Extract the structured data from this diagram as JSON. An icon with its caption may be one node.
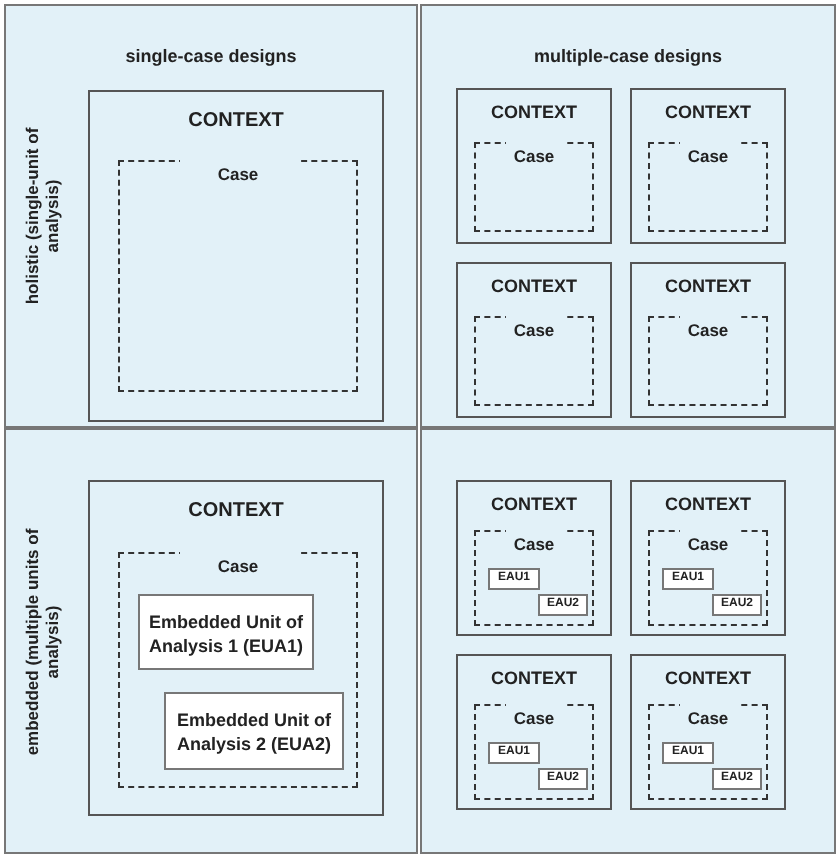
{
  "diagram": {
    "nodes": [
      {
        "text": [
          "single-case designs",
          "holistic (single-unit of analysis)"
        ]
      },
      {
        "text": [
          "CONTEXT"
        ],
        "in": 0
      },
      {
        "text": [
          "Case"
        ],
        "in": 1
      },
      {
        "text": [
          "multiple-case designs"
        ]
      },
      {
        "text": [
          "CONTEXT"
        ],
        "in": 3
      },
      {
        "text": [
          "Case"
        ],
        "in": 4
      },
      {
        "text": [
          "CONTEXT"
        ],
        "in": 3
      },
      {
        "text": [
          "Case"
        ],
        "in": 6
      },
      {
        "text": [
          "CONTEXT"
        ],
        "in": 3
      },
      {
        "text": [
          "Case"
        ],
        "in": 8
      },
      {
        "text": [
          "CONTEXT"
        ],
        "in": 3
      },
      {
        "text": [
          "Case"
        ],
        "in": 10
      },
      {
        "text": [
          "embedded (multiple units of analysis)"
        ]
      },
      {
        "text": [
          "CONTEXT"
        ],
        "in": 12
      },
      {
        "text": [
          "Case"
        ],
        "in": 13
      },
      {
        "text": [
          "Embedded Unit of Analysis 1 (EUA1)"
        ],
        "in": 14
      },
      {
        "text": [
          "Embedded Unit of Analysis 2 (EUA2)"
        ],
        "in": 14
      },
      {
        "text": [],
        "shape": "box"
      },
      {
        "text": [
          "CONTEXT"
        ],
        "in": 17
      },
      {
        "text": [
          "Case"
        ],
        "in": 18
      },
      {
        "text": [
          "EAU1"
        ],
        "in": 19
      },
      {
        "text": [
          "EAU2"
        ],
        "in": 19
      },
      {
        "text": [
          "CONTEXT"
        ],
        "in": 17
      },
      {
        "text": [
          "Case"
        ],
        "in": 22
      },
      {
        "text": [
          "EAU1"
        ],
        "in": 23
      },
      {
        "text": [
          "EAU2"
        ],
        "in": 23
      },
      {
        "text": [
          "CONTEXT"
        ],
        "in": 17
      },
      {
        "text": [
          "Case"
        ],
        "in": 26
      },
      {
        "text": [
          "EAU1"
        ],
        "in": 27
      },
      {
        "text": [
          "EAU2"
        ],
        "in": 27
      },
      {
        "text": [
          "CONTEXT"
        ],
        "in": 17
      },
      {
        "text": [
          "Case"
        ],
        "in": 30
      },
      {
        "text": [
          "EAU1"
        ],
        "in": 31
      },
      {
        "text": [
          "EAU2"
        ],
        "in": 31
      }
    ]
  }
}
